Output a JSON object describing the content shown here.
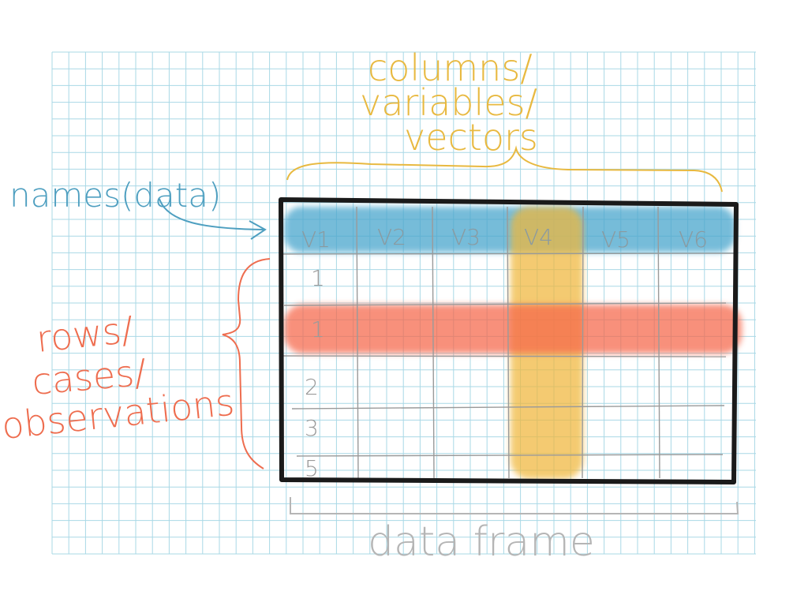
{
  "labels": {
    "columns": [
      "columns/",
      "variables/",
      "vectors"
    ],
    "names_fn": "names(data)",
    "rows": [
      "rows/",
      "cases/",
      "observations"
    ],
    "data_frame": "data frame"
  },
  "table": {
    "headers": [
      "V1",
      "V2",
      "V3",
      "V4",
      "V5",
      "V6"
    ],
    "row_ids": [
      "1",
      "1",
      "2",
      "3",
      "5"
    ]
  },
  "colors": {
    "grid": "#a9d8e6",
    "columns_label": "#e8b940",
    "names_label": "#4e9fc0",
    "rows_label": "#ee6d4f",
    "frame_label": "#b5b5b5",
    "table_border": "#1a1a1a",
    "inner_lines": "#9a9a9a",
    "header_highlight": "#4aa6cd",
    "row_highlight": "#f6664a",
    "column_highlight": "#f0b73a"
  }
}
